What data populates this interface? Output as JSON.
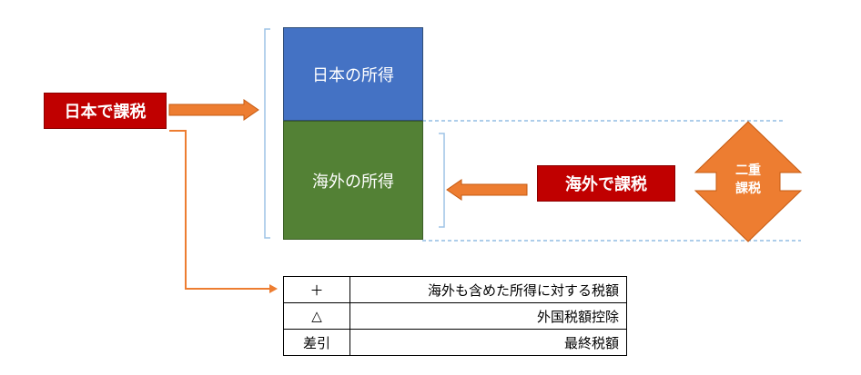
{
  "labels": {
    "japan_tax": "日本で課税",
    "foreign_tax": "海外で課税",
    "japan_income": "日本の所得",
    "foreign_income": "海外の所得",
    "double_tax_line1": "二重",
    "double_tax_line2": "課税"
  },
  "table": {
    "rows": [
      {
        "op": "＋",
        "desc": "海外も含めた所得に対する税額"
      },
      {
        "op": "△",
        "desc": "外国税額控除"
      },
      {
        "op": "差引",
        "desc": "最終税額"
      }
    ]
  },
  "colors": {
    "japan_income": "#4472c4",
    "foreign_income": "#538135",
    "tax_label": "#c00000",
    "arrow": "#ed7d31",
    "bracket": "#9dc3e6",
    "dashed_line": "#5b9bd5"
  }
}
